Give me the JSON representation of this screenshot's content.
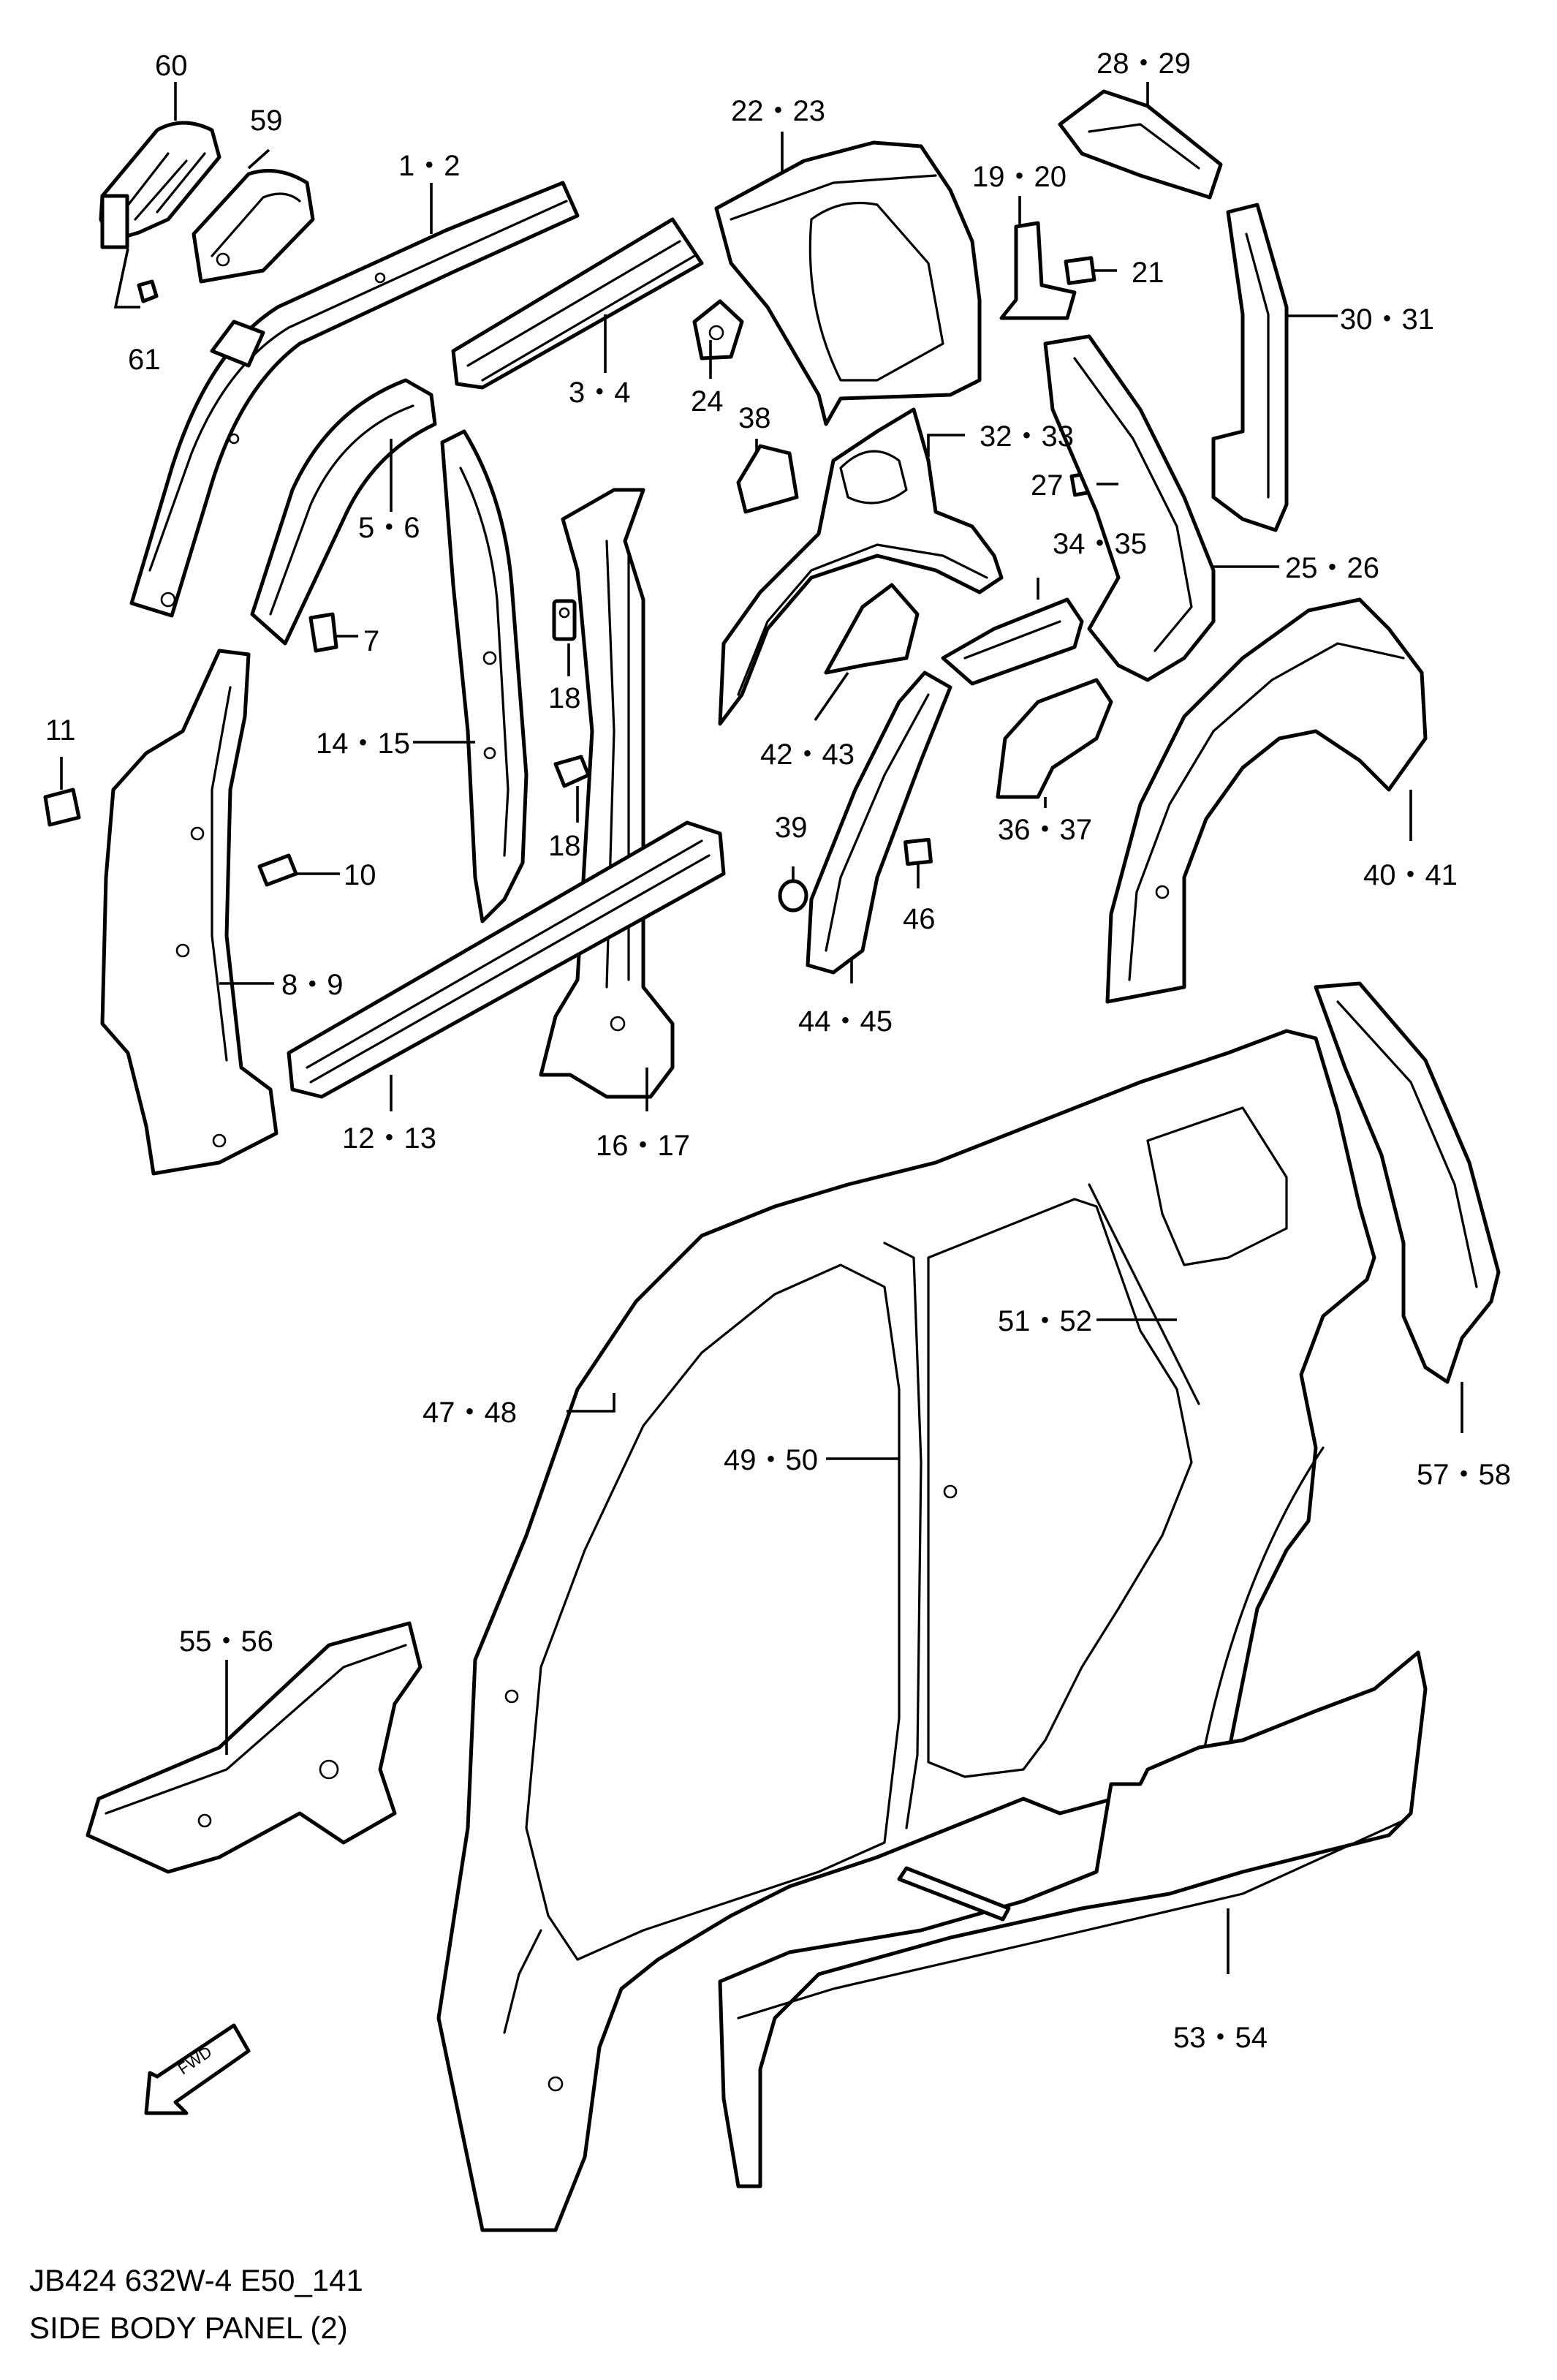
{
  "labels": {
    "p60": "60",
    "p59": "59",
    "p1_2": "1・2",
    "p61": "61",
    "p22_23": "22・23",
    "p28_29": "28・29",
    "p19_20": "19・20",
    "p21": "21",
    "p30_31": "30・31",
    "p3_4": "3・4",
    "p24": "24",
    "p38": "38",
    "p32_33": "32・33",
    "p27": "27",
    "p5_6": "5・6",
    "p7": "7",
    "p34_35": "34・35",
    "p25_26": "25・26",
    "p14_15": "14・15",
    "p18a": "18",
    "p18b": "18",
    "p11": "11",
    "p10": "10",
    "p42_43": "42・43",
    "p36_37": "36・37",
    "p39": "39",
    "p40_41": "40・41",
    "p46": "46",
    "p8_9": "8・9",
    "p44_45": "44・45",
    "p12_13": "12・13",
    "p16_17": "16・17",
    "p51_52": "51・52",
    "p47_48": "47・48",
    "p49_50": "49・50",
    "p57_58": "57・58",
    "p55_56": "55・56",
    "p53_54": "53・54"
  },
  "fwd_label": "FWD",
  "footer": {
    "code": "JB424 632W-4 E50_141",
    "title": "SIDE BODY PANEL (2)"
  }
}
